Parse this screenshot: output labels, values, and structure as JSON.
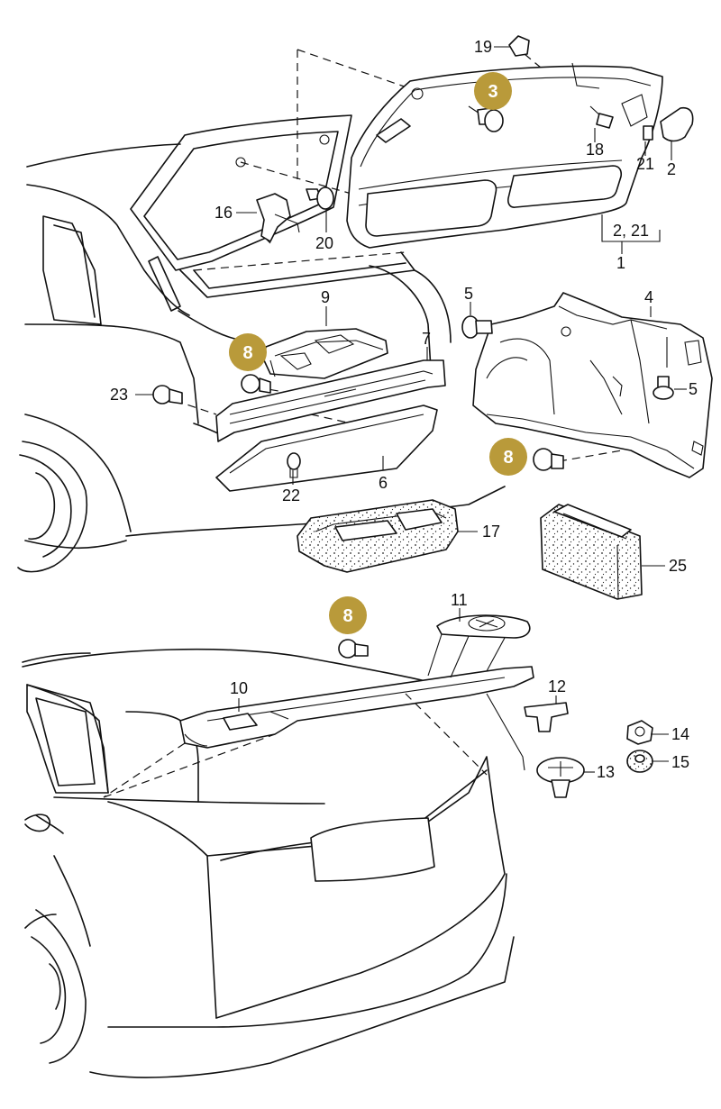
{
  "colors": {
    "line": "#111111",
    "badge": "#b99a3a",
    "badge_text": "#ffffff",
    "background": "#ffffff"
  },
  "badges": [
    "3",
    "8",
    "8",
    "8"
  ],
  "callouts": {
    "c1": "1",
    "c2": "2",
    "c2_21": "2, 21",
    "c3_parts": "3",
    "c4": "4",
    "c5a": "5",
    "c5b": "5",
    "c6": "6",
    "c7": "7",
    "c9": "9",
    "c10": "10",
    "c11": "11",
    "c12": "12",
    "c13": "13",
    "c14": "14",
    "c15": "15",
    "c16": "16",
    "c17": "17",
    "c18": "18",
    "c19": "19",
    "c20": "20",
    "c21": "21",
    "c22": "22",
    "c23": "23",
    "c25": "25"
  }
}
